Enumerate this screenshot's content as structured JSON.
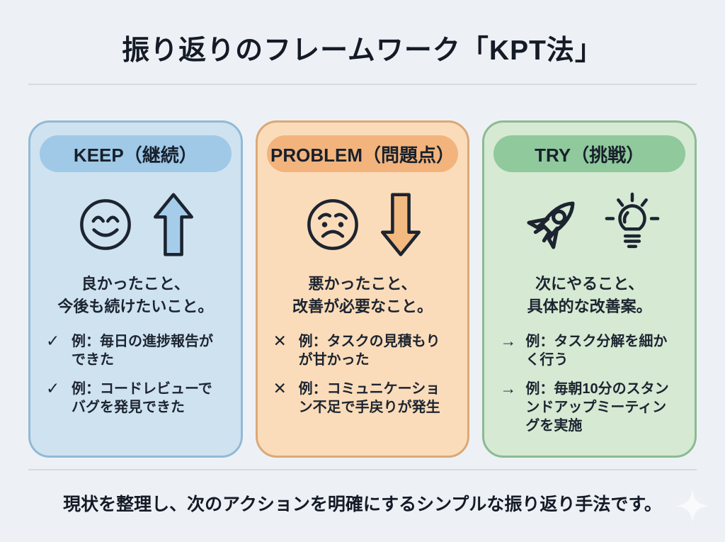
{
  "title": "振り返りのフレームワーク「KPT法」",
  "footer": "現状を整理し、次のアクションを明確にするシンプルな振り返り手法です。",
  "cards": [
    {
      "id": "keep",
      "header": "KEEP（継続）",
      "description": "良かったこと、\n今後も続けたいこと。",
      "marker": "✓",
      "examples": [
        "例：毎日の進捗報告が\nできた",
        "例：コードレビューで\nバグを発見できた"
      ],
      "icons": [
        "smiley-face-icon",
        "up-arrow-icon"
      ],
      "colors": {
        "card_bg": "#cfe2f0",
        "card_border": "#91bad5",
        "header_bg": "#9fc9e6",
        "arrow_fill": "#a5cdea"
      }
    },
    {
      "id": "problem",
      "header": "PROBLEM（問題点）",
      "description": "悪かったこと、\n改善が必要なこと。",
      "marker": "✕",
      "examples": [
        "例：タスクの見積もり\nが甘かった",
        "例：コミュニケーショ\nン不足で手戻りが発生"
      ],
      "icons": [
        "sad-face-icon",
        "down-arrow-icon"
      ],
      "colors": {
        "card_bg": "#fbdcba",
        "card_border": "#dca876",
        "header_bg": "#f2b47c",
        "arrow_fill": "#f2b981"
      }
    },
    {
      "id": "try",
      "header": "TRY（挑戦）",
      "description": "次にやること、\n具体的な改善案。",
      "marker": "→",
      "examples": [
        "例：タスク分解を細か\nく行う",
        "例：毎朝10分のスタン\nンドアップミーティン\nグを実施"
      ],
      "icons": [
        "rocket-icon",
        "lightbulb-icon"
      ],
      "colors": {
        "card_bg": "#d6e9d3",
        "card_border": "#8cba92",
        "header_bg": "#8fc99c"
      }
    }
  ],
  "misc": {
    "background_color": "#edf1f6",
    "text_color": "#1c2430",
    "divider_color": "#d6dade",
    "sparkle_icon_color": "#ffffff"
  }
}
